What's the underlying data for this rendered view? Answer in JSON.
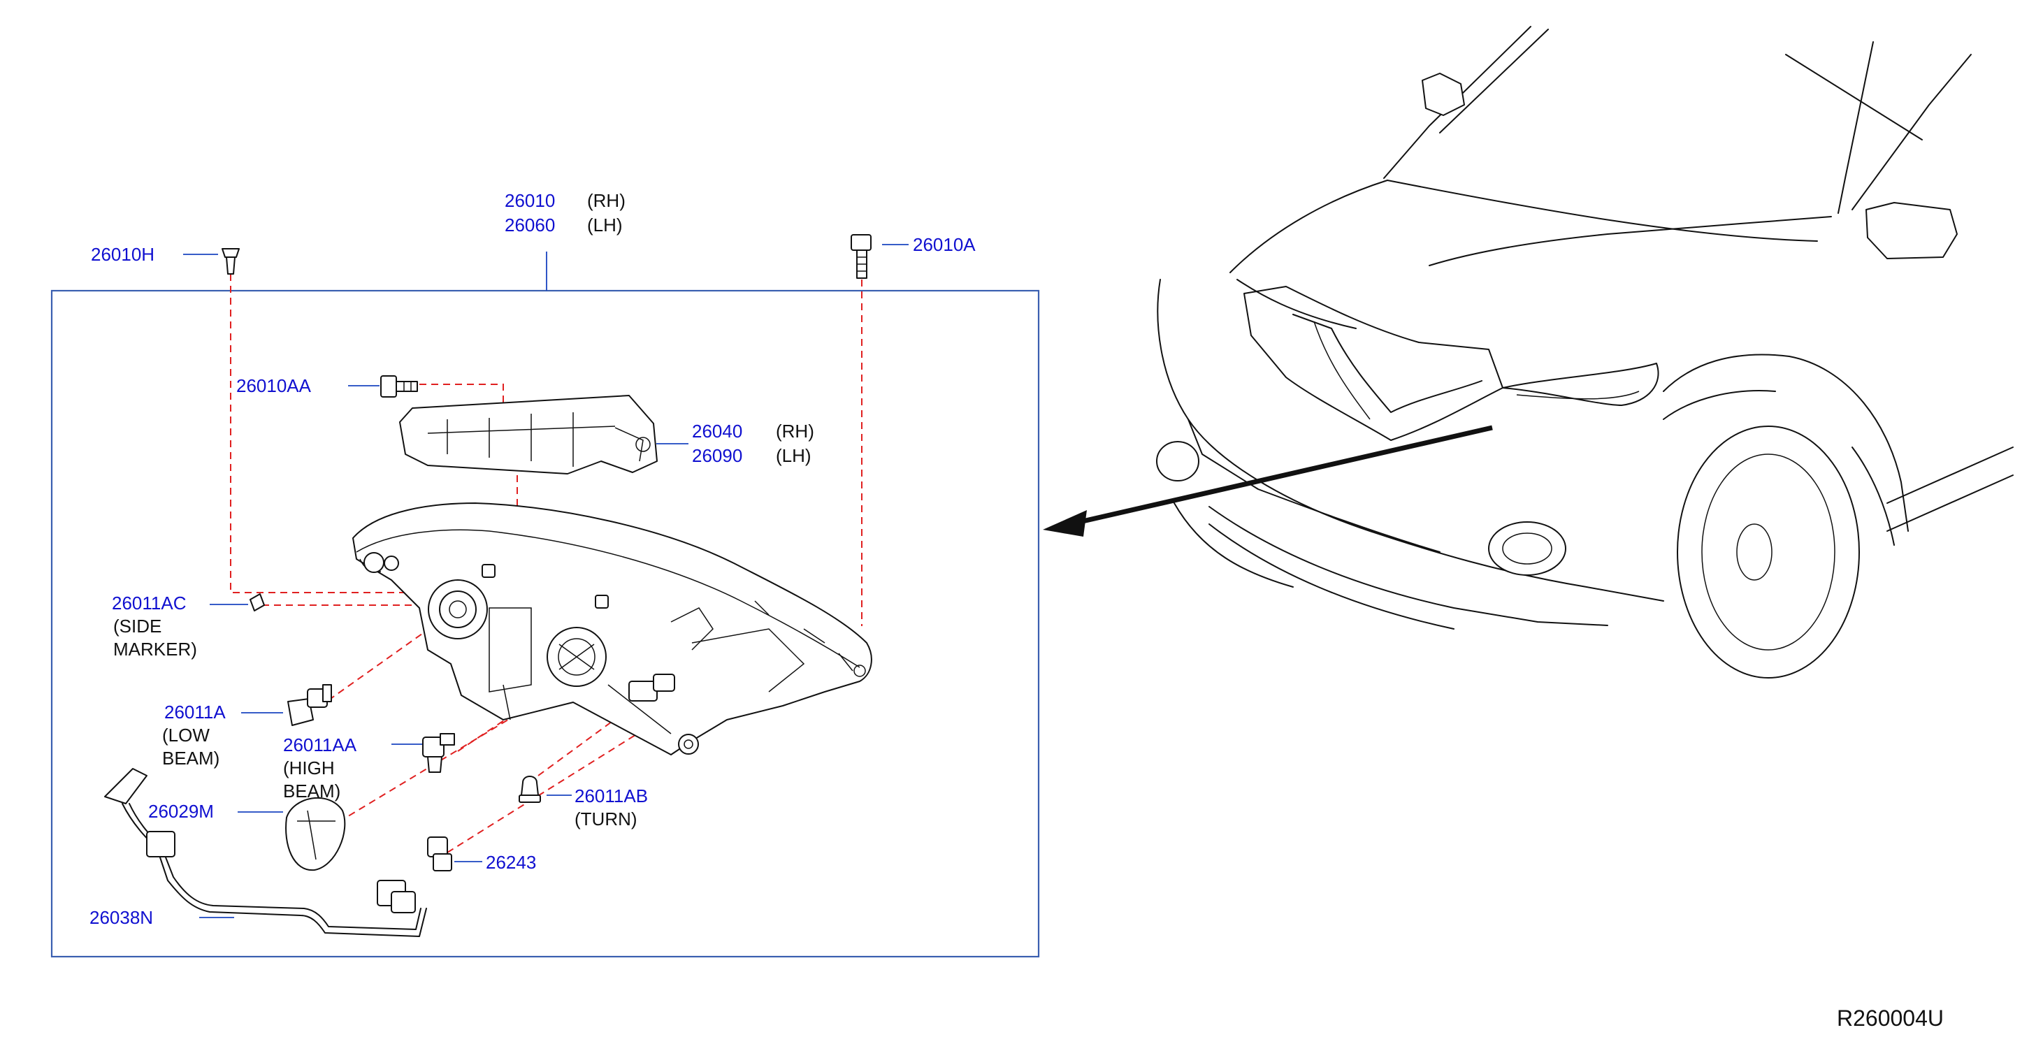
{
  "colors": {
    "part_number": "#1010d0",
    "leader": "#1a44c0",
    "dashed_link": "#e02020",
    "ink": "#111111"
  },
  "callouts": [
    {
      "id": "26010",
      "part": "26010",
      "note": "(RH)"
    },
    {
      "id": "26060",
      "part": "26060",
      "note": "(LH)"
    },
    {
      "id": "26010H",
      "part": "26010H",
      "note": ""
    },
    {
      "id": "26010A",
      "part": "26010A",
      "note": ""
    },
    {
      "id": "26010AA",
      "part": "26010AA",
      "note": ""
    },
    {
      "id": "26040",
      "part": "26040",
      "note": "(RH)"
    },
    {
      "id": "26090",
      "part": "26090",
      "note": "(LH)"
    },
    {
      "id": "26011AC",
      "part": "26011AC",
      "note": "(SIDE",
      "note2": "MARKER)"
    },
    {
      "id": "26011A",
      "part": "26011A",
      "note": "(LOW",
      "note2": "BEAM)"
    },
    {
      "id": "26011AA",
      "part": "26011AA",
      "note": "(HIGH",
      "note2": "BEAM)"
    },
    {
      "id": "26011AB",
      "part": "26011AB",
      "note": "(TURN)"
    },
    {
      "id": "26029M",
      "part": "26029M",
      "note": ""
    },
    {
      "id": "26243",
      "part": "26243",
      "note": ""
    },
    {
      "id": "26038N",
      "part": "26038N",
      "note": ""
    }
  ],
  "figure_code": "R260004U",
  "icons": [
    "headlamp-assembly-icon",
    "bracket-icon",
    "bulb-icon",
    "socket-icon",
    "harness-icon",
    "screw-icon",
    "clip-icon",
    "cap-icon",
    "vehicle-front-icon",
    "direction-arrow-icon"
  ]
}
